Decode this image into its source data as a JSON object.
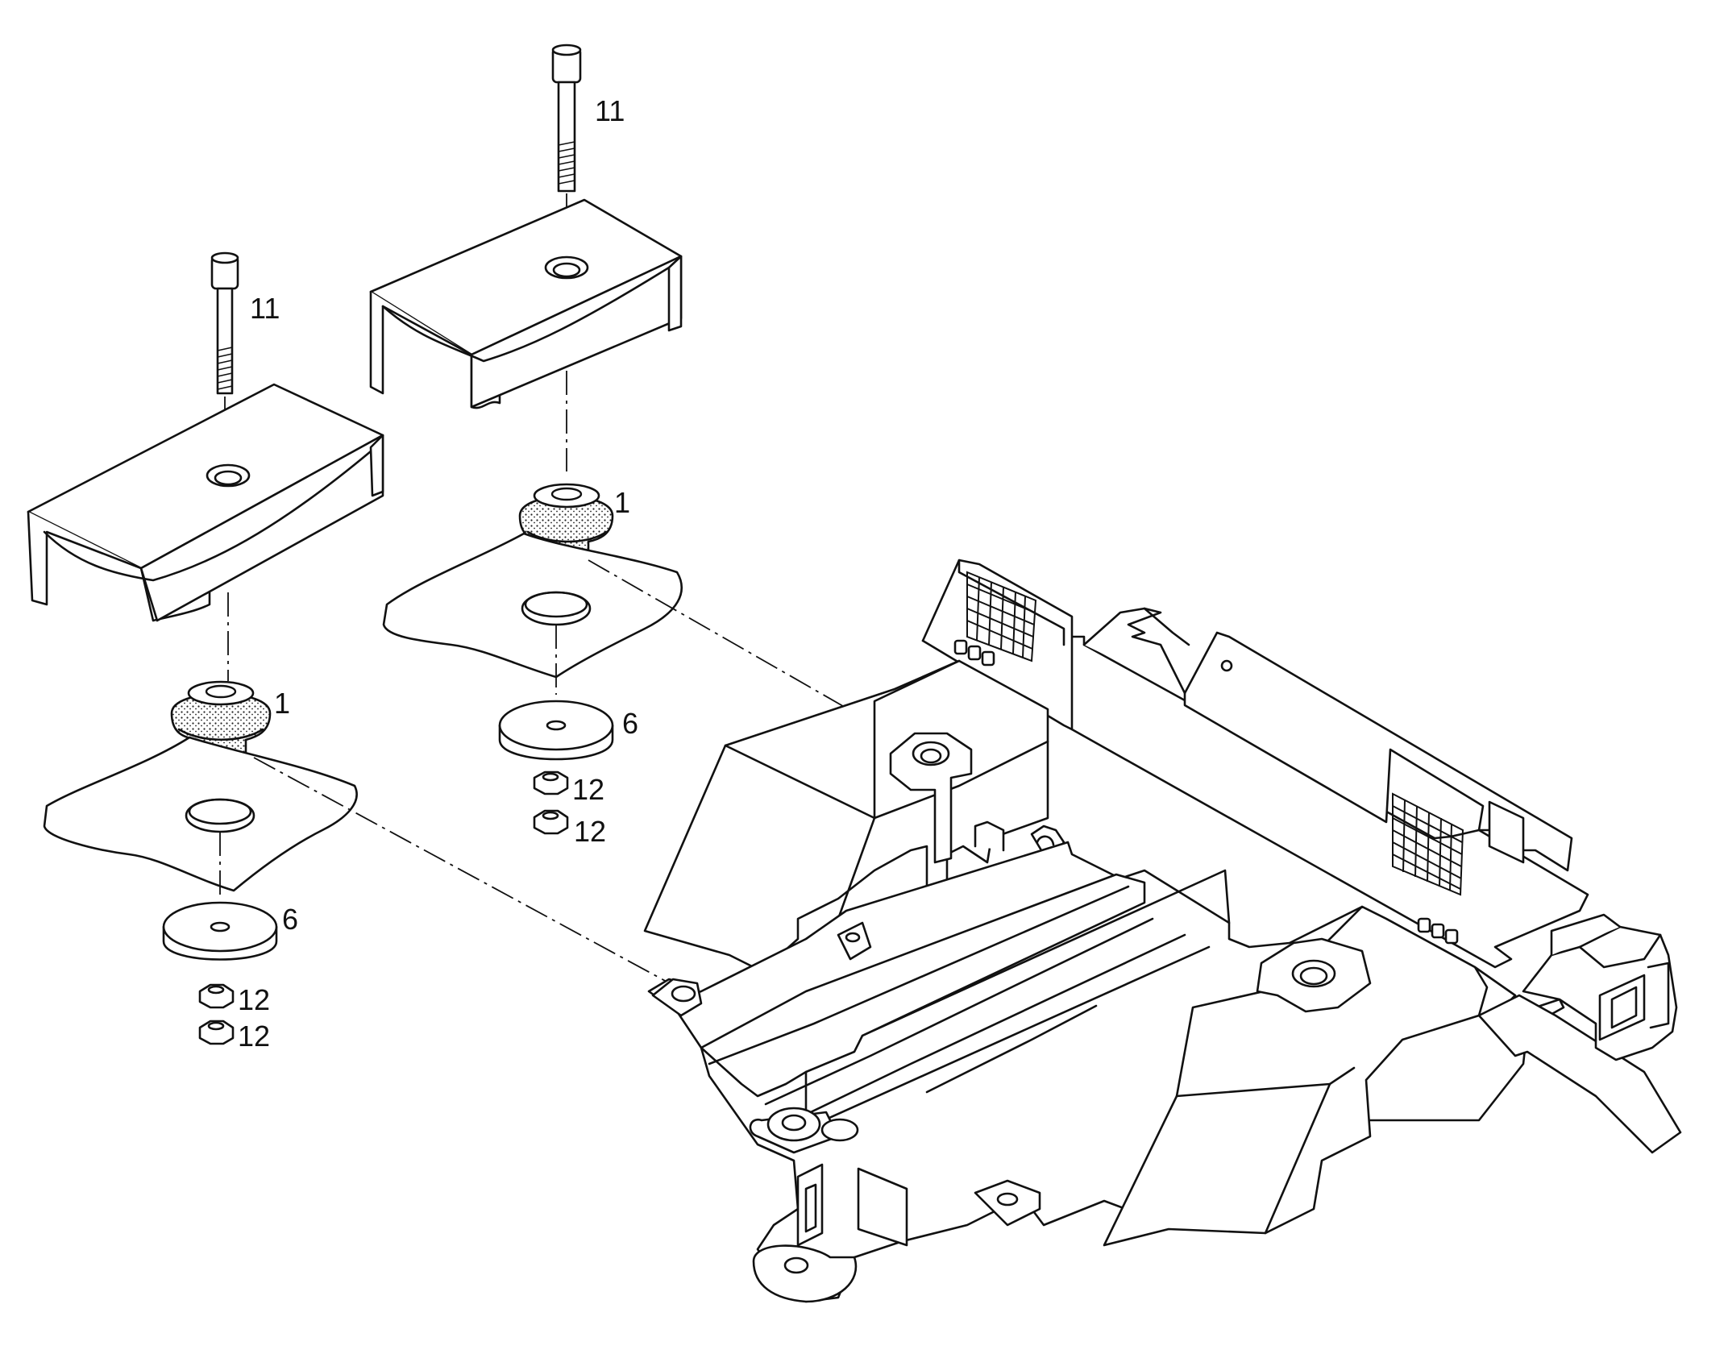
{
  "figure": {
    "title": "",
    "callouts": [
      {
        "id": "bolt-upper",
        "label": "11"
      },
      {
        "id": "bolt-lower",
        "label": "11"
      },
      {
        "id": "mount-upper",
        "label": "1"
      },
      {
        "id": "mount-lower",
        "label": "1"
      },
      {
        "id": "washer-upper",
        "label": "6"
      },
      {
        "id": "washer-lower",
        "label": "6"
      },
      {
        "id": "nut-upper-a",
        "label": "12"
      },
      {
        "id": "nut-upper-b",
        "label": "12"
      },
      {
        "id": "nut-lower-a",
        "label": "12"
      },
      {
        "id": "nut-lower-b",
        "label": "12"
      }
    ]
  },
  "colors": {
    "line": "#111111",
    "paper": "#ffffff"
  }
}
